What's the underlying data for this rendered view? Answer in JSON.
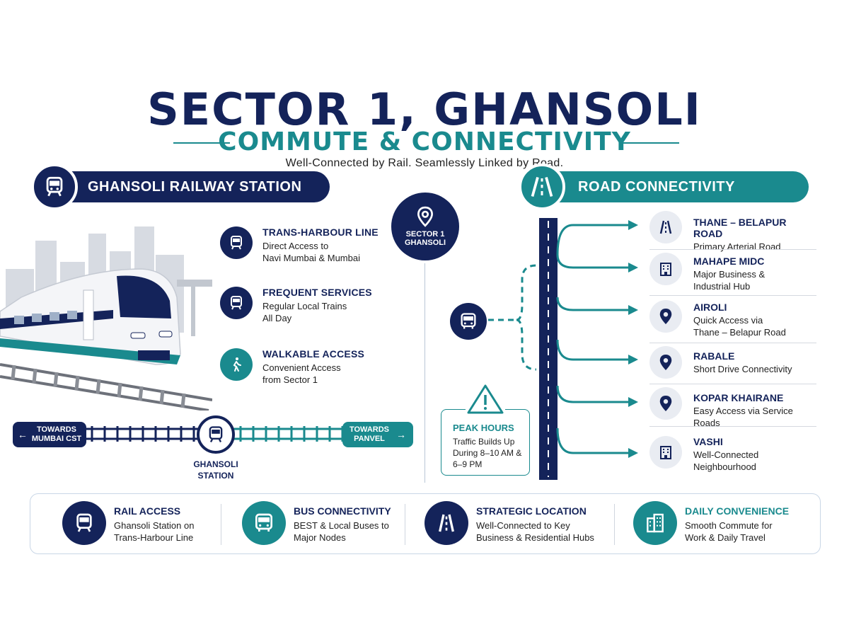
{
  "header": {
    "title": "SECTOR 1, GHANSOLI",
    "subtitle": "COMMUTE & CONNECTIVITY",
    "tagline": "Well-Connected by Rail. Seamlessly Linked by Road."
  },
  "rail": {
    "banner": "GHANSOLI RAILWAY STATION",
    "features": [
      {
        "title": "TRANS-HARBOUR LINE",
        "desc1": "Direct Access to",
        "desc2": "Navi Mumbai & Mumbai"
      },
      {
        "title": "FREQUENT SERVICES",
        "desc1": "Regular Local Trains",
        "desc2": "All Day"
      },
      {
        "title": "WALKABLE ACCESS",
        "desc1": "Convenient Access",
        "desc2": "from Sector 1"
      }
    ],
    "towards_left_1": "TOWARDS",
    "towards_left_2": "MUMBAI CST",
    "towards_right_1": "TOWARDS",
    "towards_right_2": "PANVEL",
    "station_1": "GHANSOLI",
    "station_2": "STATION"
  },
  "center": {
    "label_1": "SECTOR 1",
    "label_2": "GHANSOLI"
  },
  "road": {
    "banner": "ROAD CONNECTIVITY",
    "destinations": [
      {
        "title": "THANE – BELAPUR ROAD",
        "desc1": "Primary Arterial Road",
        "desc2": "",
        "icon": "road-icon"
      },
      {
        "title": "MAHAPE MIDC",
        "desc1": "Major Business &",
        "desc2": "Industrial Hub",
        "icon": "building-icon"
      },
      {
        "title": "AIROLI",
        "desc1": "Quick Access via",
        "desc2": "Thane – Belapur Road",
        "icon": "location-pin-icon"
      },
      {
        "title": "RABALE",
        "desc1": "Short Drive Connectivity",
        "desc2": "",
        "icon": "location-pin-icon"
      },
      {
        "title": "KOPAR KHAIRANE",
        "desc1": "Easy Access via Service Roads",
        "desc2": "",
        "icon": "location-pin-icon"
      },
      {
        "title": "VASHI",
        "desc1": "Well-Connected",
        "desc2": "Neighbourhood",
        "icon": "building-icon"
      }
    ],
    "peak_title": "PEAK HOURS",
    "peak_desc1": "Traffic Builds Up",
    "peak_desc2": "During 8–10 AM &",
    "peak_desc3": "6–9 PM"
  },
  "bottom": [
    {
      "title": "RAIL ACCESS",
      "desc1": "Ghansoli Station on",
      "desc2": "Trans-Harbour Line"
    },
    {
      "title": "BUS CONNECTIVITY",
      "desc1": "BEST & Local Buses to",
      "desc2": "Major Nodes"
    },
    {
      "title": "STRATEGIC LOCATION",
      "desc1": "Well-Connected to Key",
      "desc2": "Business & Residential Hubs"
    },
    {
      "title": "DAILY CONVENIENCE",
      "desc1": "Smooth Commute for",
      "desc2": "Work & Daily Travel"
    }
  ],
  "colors": {
    "navy": "#14235a",
    "teal": "#1a8a8e"
  }
}
